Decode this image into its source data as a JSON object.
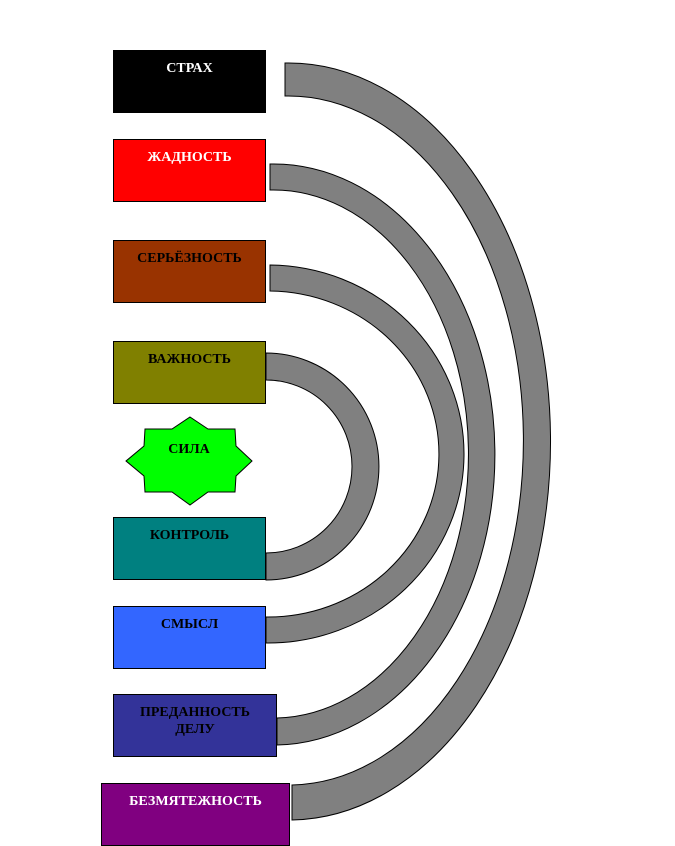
{
  "boxes": [
    {
      "label": "СТРАХ",
      "color": "#000000",
      "text_color": "#ffffff"
    },
    {
      "label": "ЖАДНОСТЬ",
      "color": "#ff0000",
      "text_color": "#ffffff"
    },
    {
      "label": "СЕРЬЁЗНОСТЬ",
      "color": "#993300",
      "text_color": "#000000"
    },
    {
      "label": "ВАЖНОСТЬ",
      "color": "#808000",
      "text_color": "#000000"
    },
    {
      "label": "КОНТРОЛЬ",
      "color": "#008080",
      "text_color": "#000000"
    },
    {
      "label": "СМЫСЛ",
      "color": "#3366ff",
      "text_color": "#000000"
    },
    {
      "label": "ПРЕДАННОСТЬ ДЕЛУ",
      "color": "#333399",
      "text_color": "#000000"
    },
    {
      "label": "БЕЗМЯТЕЖНОСТЬ",
      "color": "#800080",
      "text_color": "#ffffff"
    }
  ],
  "center": {
    "label": "СИЛА",
    "color": "#00ff00"
  },
  "connector_color": "#808080"
}
